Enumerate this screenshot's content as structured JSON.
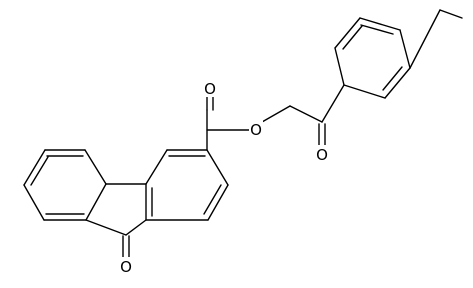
{
  "molecule": {
    "atom_labels": {
      "ester_carbonyl_o": "O",
      "ester_link_o": "O",
      "ketone_o": "O",
      "fluorenone_o": "O"
    }
  }
}
